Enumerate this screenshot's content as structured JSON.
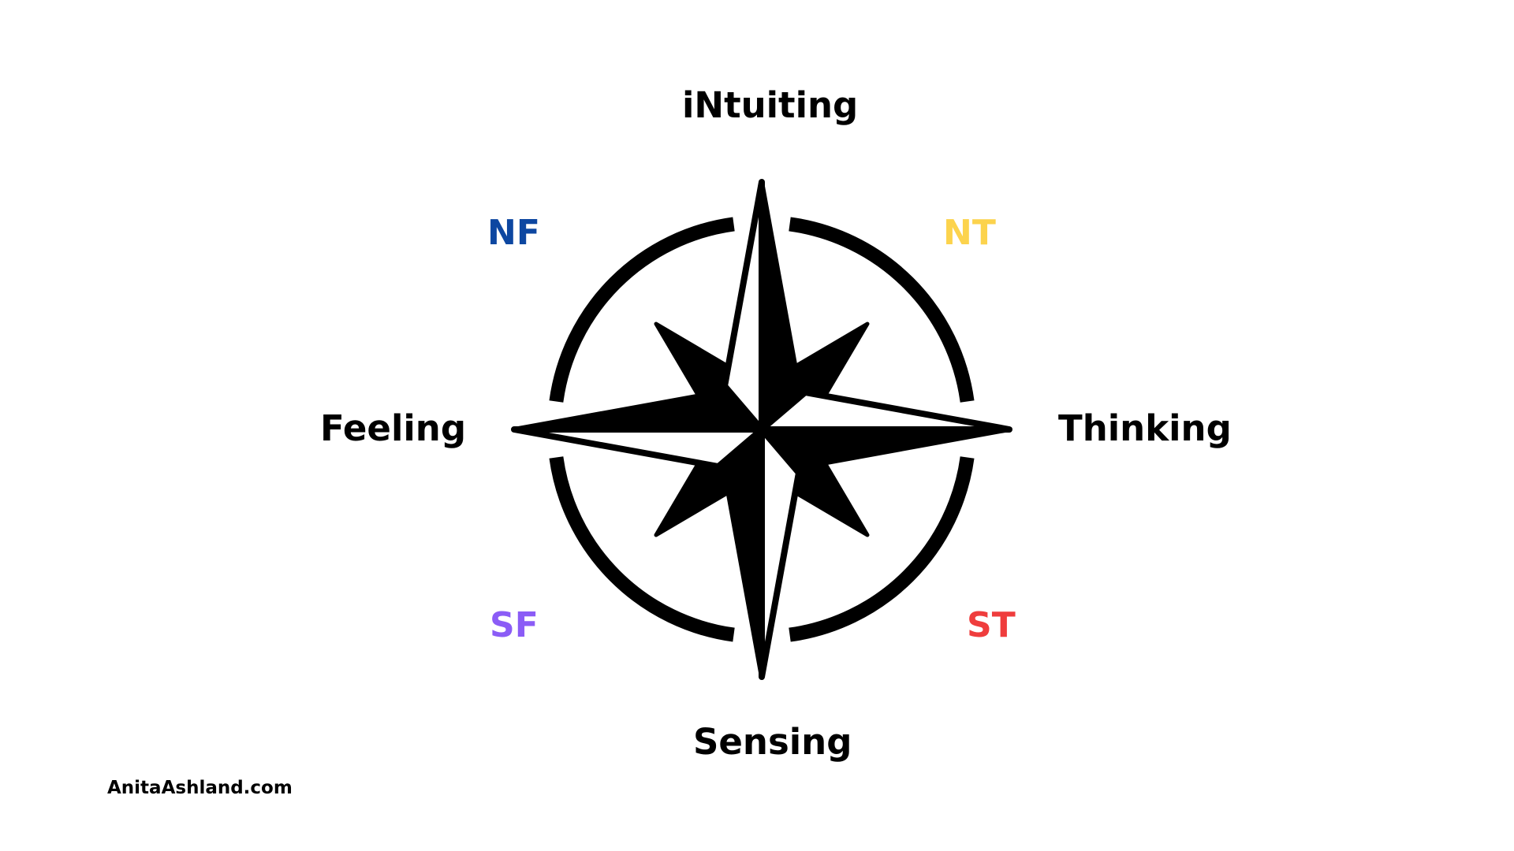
{
  "axes": {
    "north": "iNtuiting",
    "south": "Sensing",
    "west": "Feeling",
    "east": "Thinking"
  },
  "quadrants": {
    "nf": {
      "label": "NF",
      "color": "#0D47A1"
    },
    "nt": {
      "label": "NT",
      "color": "#FCD34D"
    },
    "sf": {
      "label": "SF",
      "color": "#8B5CF6"
    },
    "st": {
      "label": "ST",
      "color": "#EF3D3D"
    }
  },
  "footer": {
    "credit": "AnitaAshland.com"
  },
  "compass": {
    "icon": "compass-rose-icon"
  }
}
